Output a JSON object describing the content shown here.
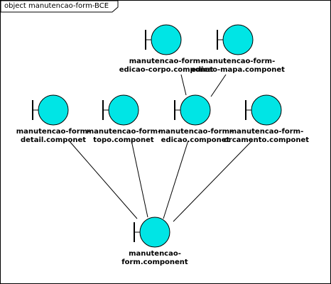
{
  "frame": {
    "title": "object manutencao-form-BCE"
  },
  "colors": {
    "boundary_fill": "#00e5e5",
    "line": "#000000"
  },
  "nodes": [
    {
      "id": "corpo",
      "line1": "manutencao-form-",
      "line2": "edicao-corpo.componet"
    },
    {
      "id": "mapa",
      "line1": "manutencao-form-",
      "line2": "edicao-mapa.componet"
    },
    {
      "id": "detail",
      "line1": "manutencao-form-",
      "line2": "detail.componet"
    },
    {
      "id": "topo",
      "line1": "manutencao-form-",
      "line2": "topo.componet"
    },
    {
      "id": "edicao",
      "line1": "manutencao-form-",
      "line2": "edicao.componet"
    },
    {
      "id": "orcamento",
      "line1": "manutencao-form-",
      "line2": "orcamento.componet"
    },
    {
      "id": "component",
      "line1": "manutencao-",
      "line2": "form.component"
    }
  ]
}
